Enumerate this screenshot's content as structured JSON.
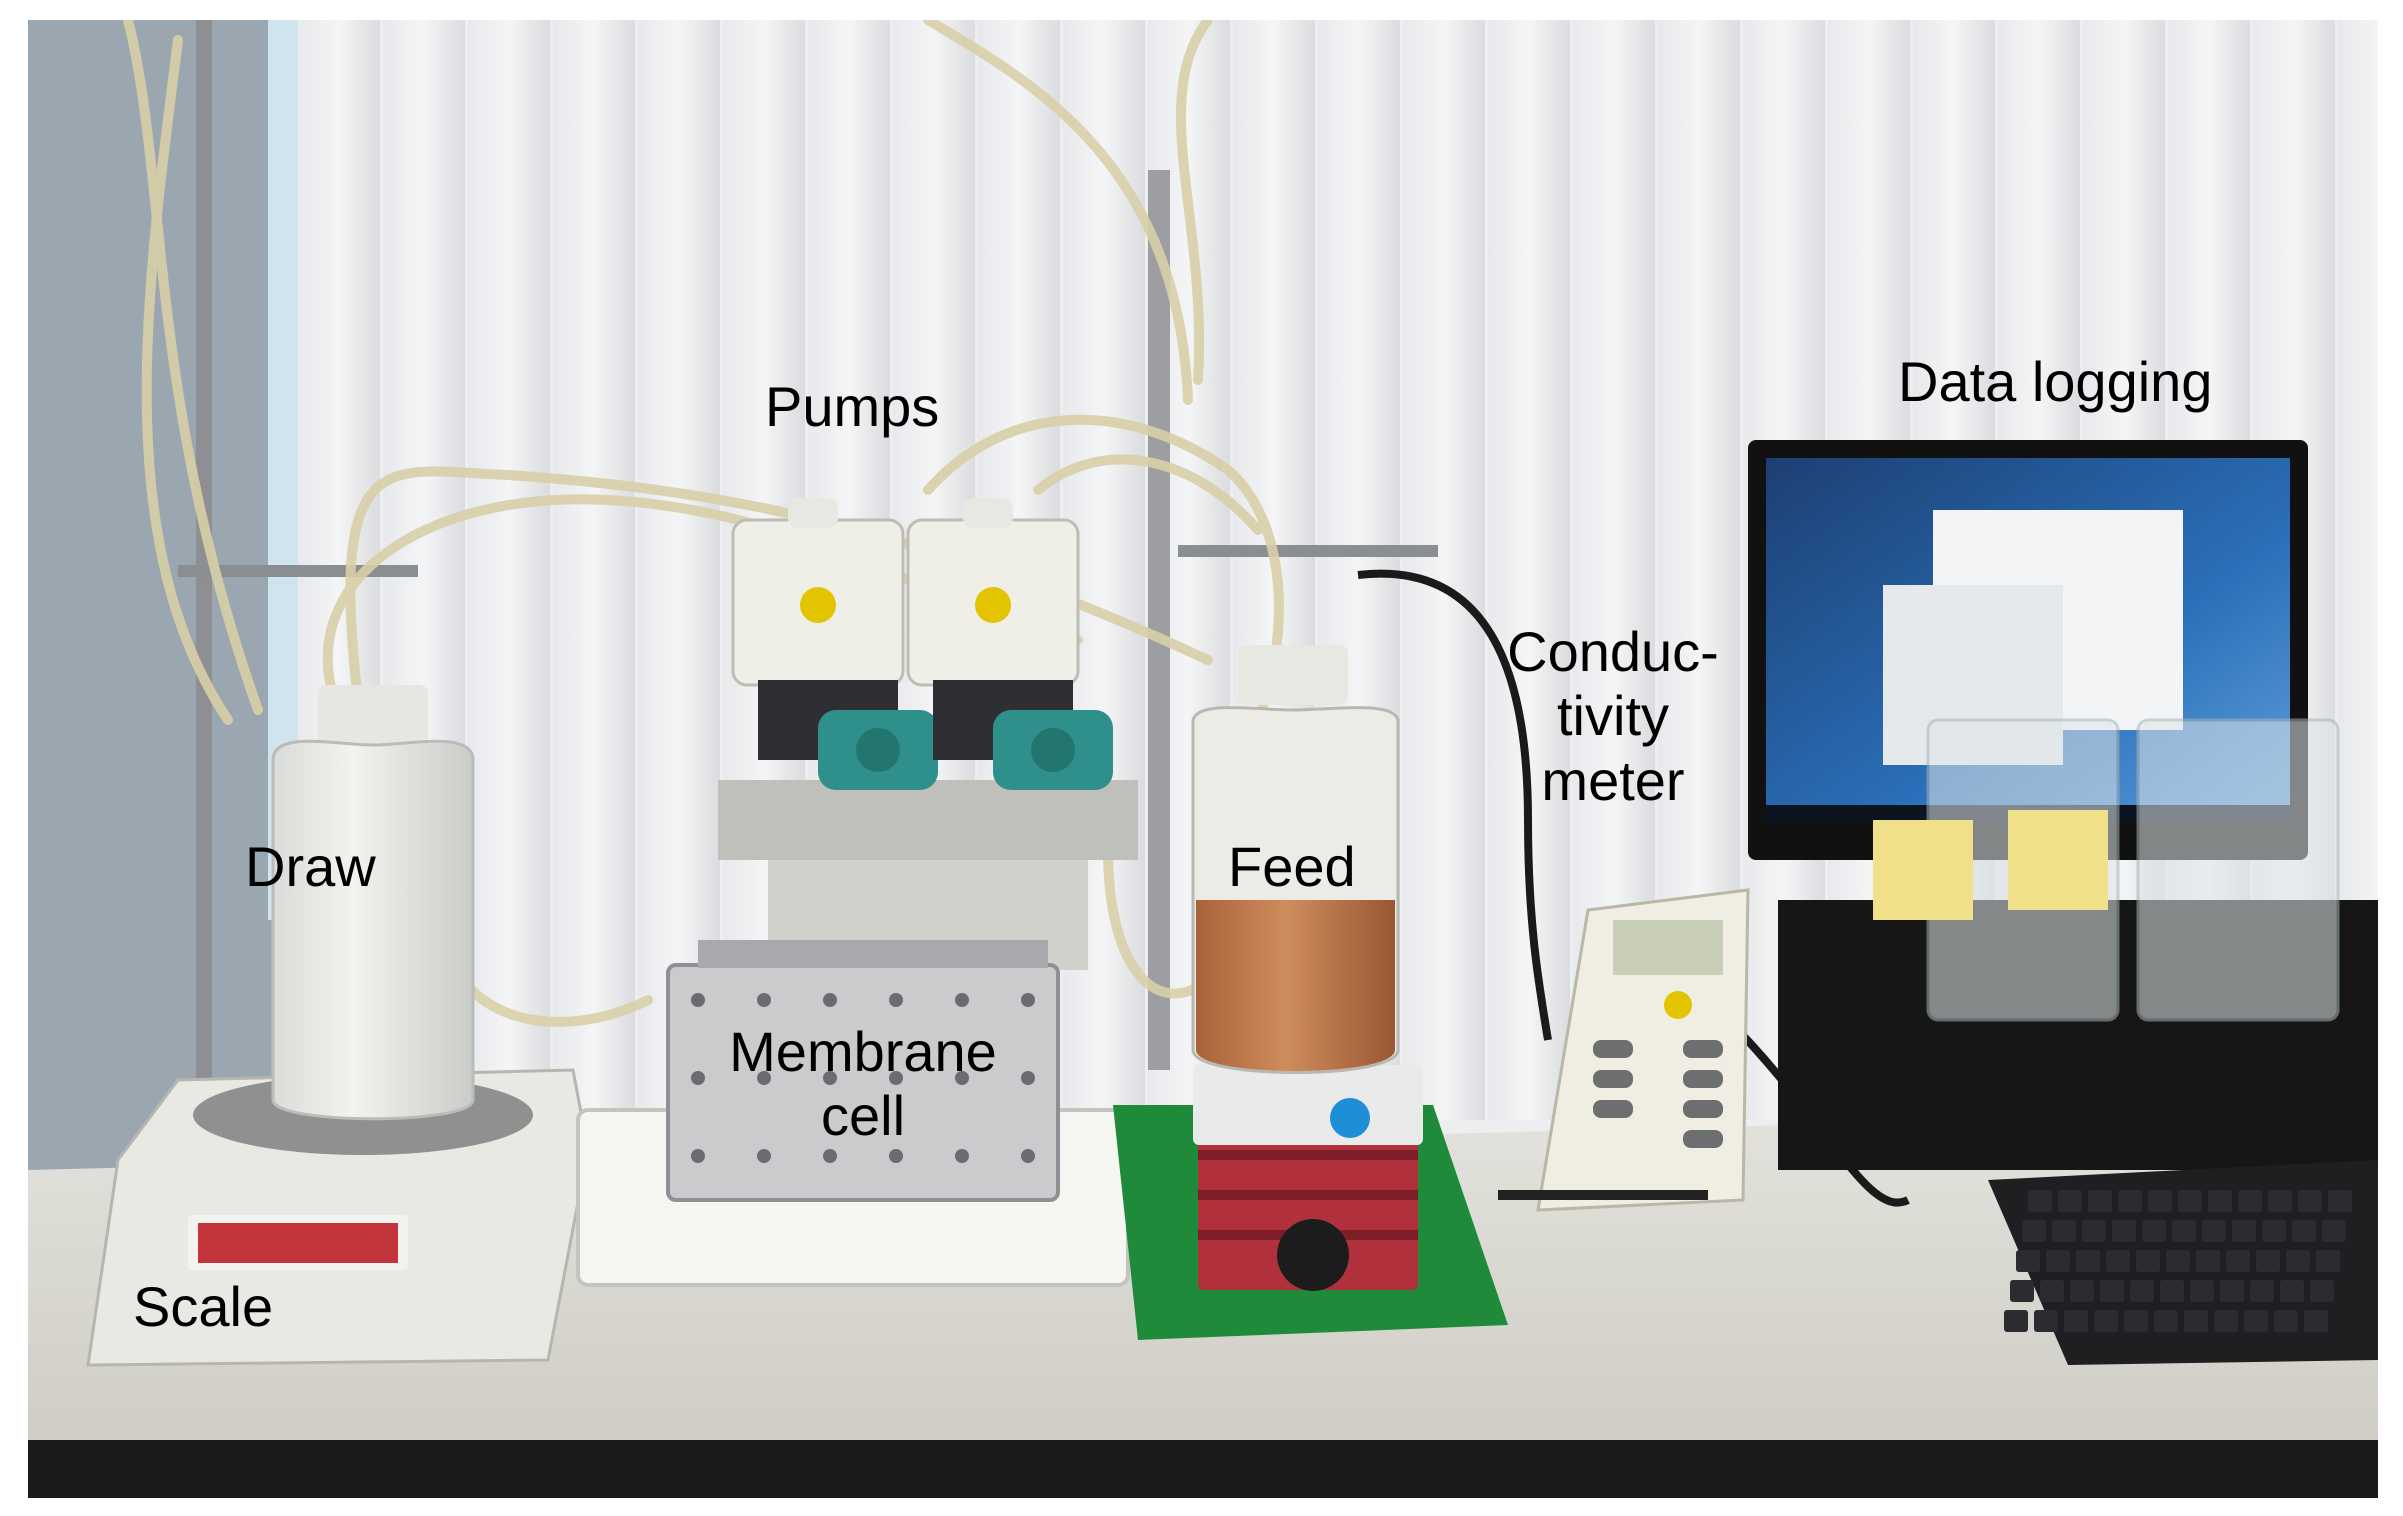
{
  "labels": {
    "pumps": "Pumps",
    "draw": "Draw",
    "feed": "Feed",
    "membrane_line1": "Membrane",
    "membrane_line2": "cell",
    "conductivity_line1": "Conduc-",
    "conductivity_line2": "tivity",
    "conductivity_line3": "meter",
    "data_logging": "Data logging",
    "scale": "Scale"
  },
  "colors": {
    "feed_liquid": "#c07a4e",
    "pump_head": "#2f8f8a",
    "stirrer_base": "#b0303c",
    "green_board": "#1f8a3a",
    "monitor_screen": "#2a6fb8",
    "sticky_note": "#f1e08a"
  }
}
